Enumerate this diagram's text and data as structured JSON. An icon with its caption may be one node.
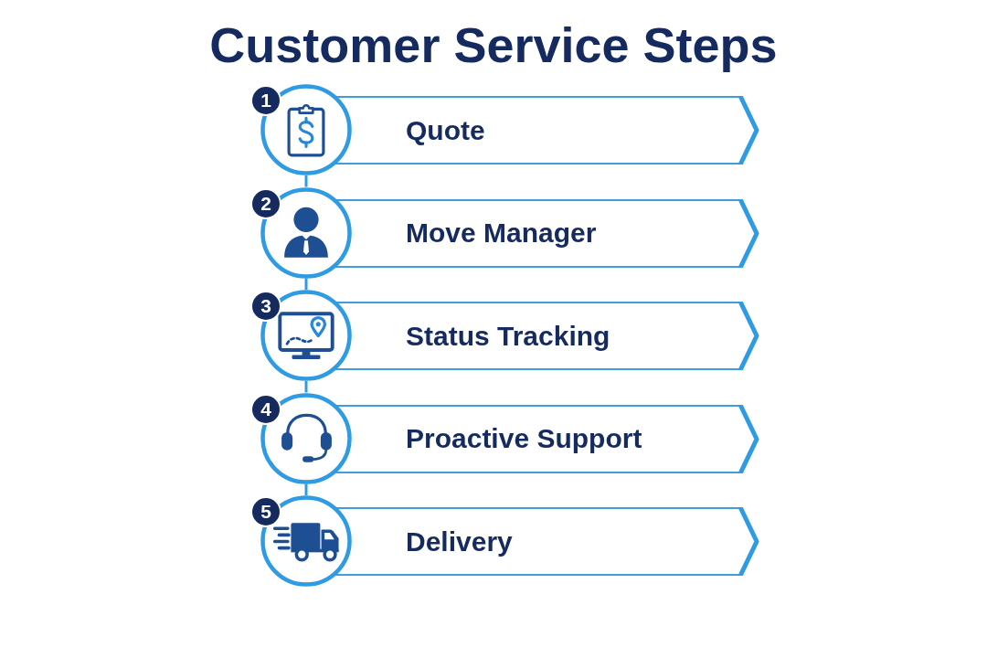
{
  "diagram": {
    "title": "Customer Service Steps",
    "nodes": [
      {
        "text": [
          "1"
        ]
      },
      {
        "text": [],
        "shape": "circle"
      },
      {
        "text": [
          "Quote"
        ]
      },
      {
        "text": [
          "2"
        ]
      },
      {
        "text": [],
        "shape": "circle"
      },
      {
        "text": [
          "Move Manager"
        ]
      },
      {
        "text": [
          "3"
        ]
      },
      {
        "text": [],
        "shape": "circle"
      },
      {
        "text": [
          "Status Tracking"
        ]
      },
      {
        "text": [
          "4"
        ]
      },
      {
        "text": [],
        "shape": "circle"
      },
      {
        "text": [
          "Proactive Support"
        ]
      },
      {
        "text": [
          "5"
        ]
      },
      {
        "text": [],
        "shape": "circle"
      },
      {
        "text": [
          "Delivery"
        ]
      }
    ],
    "edges": [
      {
        "from": 1,
        "to": 4,
        "arrow": "none"
      },
      {
        "from": 4,
        "to": 7,
        "arrow": "none"
      },
      {
        "from": 7,
        "to": 10,
        "arrow": "none"
      },
      {
        "from": 10,
        "to": 13,
        "arrow": "none"
      }
    ]
  }
}
